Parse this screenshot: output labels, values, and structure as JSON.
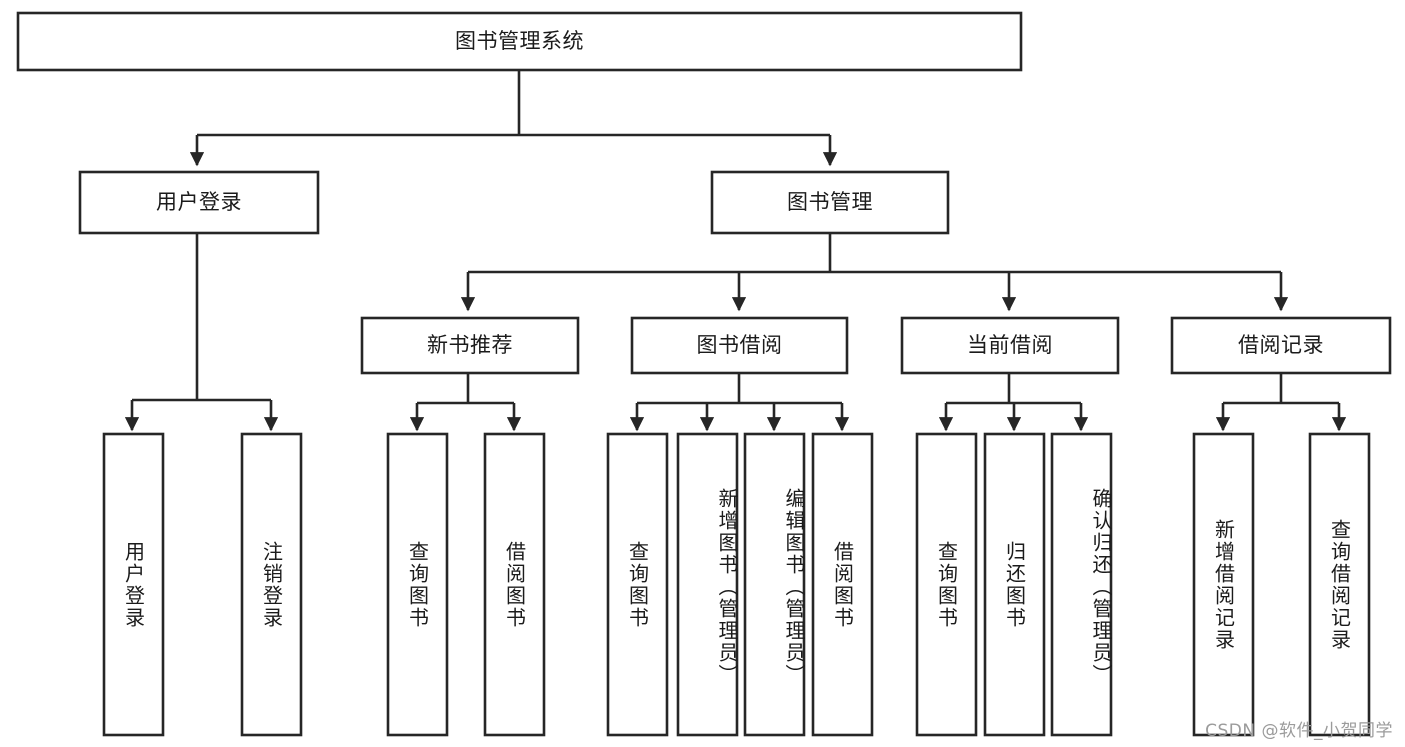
{
  "diagram": {
    "title": "图书管理系统",
    "type": "functional-structure-tree",
    "background_color": "#ffffff",
    "stroke_color": "#262626",
    "text_color": "#1b1b1b",
    "root": {
      "label": "图书管理系统"
    },
    "level2": [
      {
        "label": "用户登录"
      },
      {
        "label": "图书管理"
      }
    ],
    "level3": [
      {
        "label": "新书推荐"
      },
      {
        "label": "图书借阅"
      },
      {
        "label": "当前借阅"
      },
      {
        "label": "借阅记录"
      }
    ],
    "leaves": [
      {
        "label": "用户登录",
        "parent": "用户登录"
      },
      {
        "label": "注销登录",
        "parent": "用户登录"
      },
      {
        "label": "查询图书",
        "parent": "新书推荐"
      },
      {
        "label": "借阅图书",
        "parent": "新书推荐"
      },
      {
        "label": "查询图书",
        "parent": "图书借阅"
      },
      {
        "label": "新增图书（管理员）",
        "parent": "图书借阅"
      },
      {
        "label": "编辑图书（管理员）",
        "parent": "图书借阅"
      },
      {
        "label": "借阅图书",
        "parent": "图书借阅"
      },
      {
        "label": "查询图书",
        "parent": "当前借阅"
      },
      {
        "label": "归还图书",
        "parent": "当前借阅"
      },
      {
        "label": "确认归还（管理员）",
        "parent": "当前借阅"
      },
      {
        "label": "新增借阅记录",
        "parent": "借阅记录"
      },
      {
        "label": "查询借阅记录",
        "parent": "借阅记录"
      }
    ]
  },
  "watermark": {
    "text": "CSDN @软件_小贺同学"
  }
}
